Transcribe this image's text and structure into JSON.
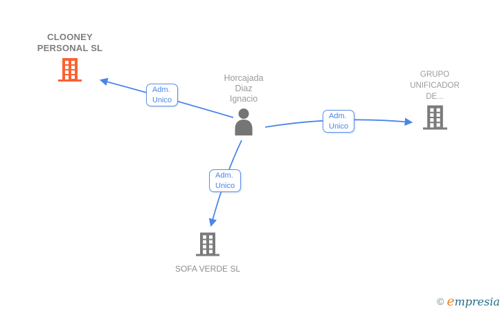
{
  "diagram": {
    "person": {
      "label": "Horcajada\nDiaz\nIgnacio",
      "icon": "person-icon",
      "icon_color": "#757575"
    },
    "companies": [
      {
        "id": "clooney",
        "label": "CLOONEY\nPERSONAL SL",
        "icon": "building-icon",
        "icon_color": "#f96332",
        "highlighted": true
      },
      {
        "id": "grupo",
        "label": "GRUPO\nUNIFICADOR\nDE...",
        "icon": "building-icon",
        "icon_color": "#7b7b7b",
        "highlighted": false
      },
      {
        "id": "sofa",
        "label": "SOFA VERDE SL",
        "icon": "building-icon",
        "icon_color": "#7b7b7b",
        "highlighted": false
      }
    ],
    "edges": [
      {
        "from": "person",
        "to": "clooney",
        "label": "Adm.\nUnico"
      },
      {
        "from": "person",
        "to": "grupo",
        "label": "Adm.\nUnico"
      },
      {
        "from": "person",
        "to": "sofa",
        "label": "Adm.\nUnico"
      }
    ],
    "colors": {
      "edge_blue": "#4a86e8",
      "highlight_orange": "#f96332",
      "neutral_gray": "#7b7b7b",
      "label_gray": "#9a9a9a",
      "bold_label_gray": "#7e7e7e"
    }
  },
  "logo": {
    "copyright": "©",
    "brand_first": "e",
    "brand_rest": "mpresia"
  }
}
